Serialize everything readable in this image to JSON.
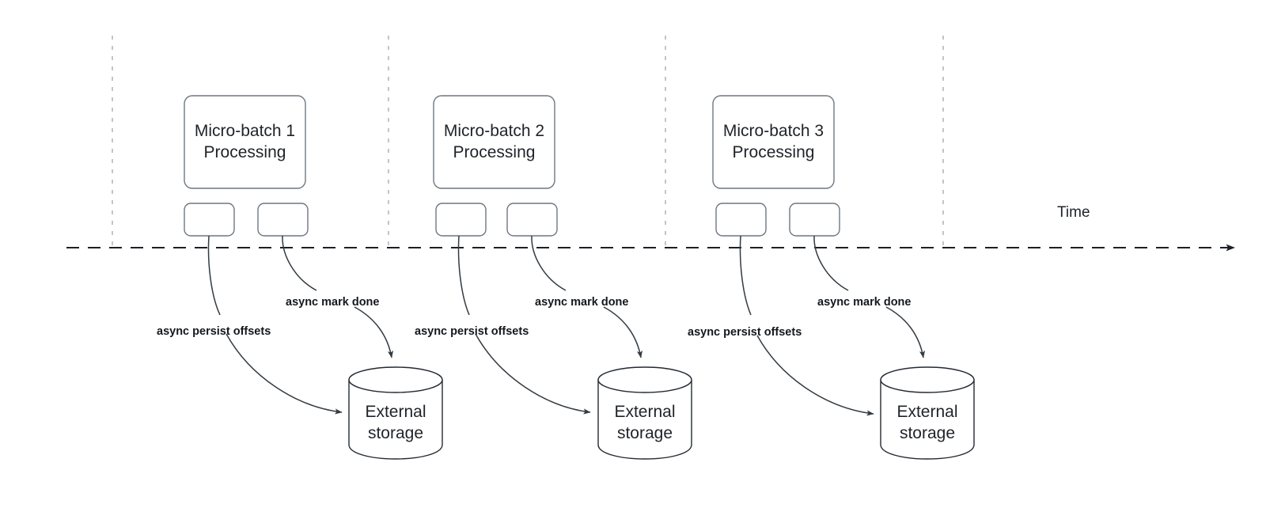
{
  "diagram": {
    "title_note": "Micro-batch async offset persistence timeline",
    "timeline": {
      "axis_label": "Time",
      "line_color": "#1b2026",
      "guide_color": "#b6b6bb",
      "guide_count": 4
    },
    "groups": [
      {
        "id": "group-1",
        "batch_label_line1": "Micro-batch 1",
        "batch_label_line2": "Processing",
        "task_a_label": "",
        "task_b_label": "",
        "persist_label": "async persist offsets",
        "markdone_label": "async mark done",
        "storage_line1": "External",
        "storage_line2": "storage"
      },
      {
        "id": "group-2",
        "batch_label_line1": "Micro-batch 2",
        "batch_label_line2": "Processing",
        "task_a_label": "",
        "task_b_label": "",
        "persist_label": "async persist offsets",
        "markdone_label": "async mark done",
        "storage_line1": "External",
        "storage_line2": "storage"
      },
      {
        "id": "group-3",
        "batch_label_line1": "Micro-batch 3",
        "batch_label_line2": "Processing",
        "task_a_label": "",
        "task_b_label": "",
        "persist_label": "async persist offsets",
        "markdone_label": "async mark done",
        "storage_line1": "External",
        "storage_line2": "storage"
      }
    ],
    "colors": {
      "node_stroke": "#6f7780",
      "cylinder_stroke": "#232a31",
      "edge_stroke": "#333b42",
      "text": "#1f2329",
      "background": "#ffffff"
    }
  }
}
